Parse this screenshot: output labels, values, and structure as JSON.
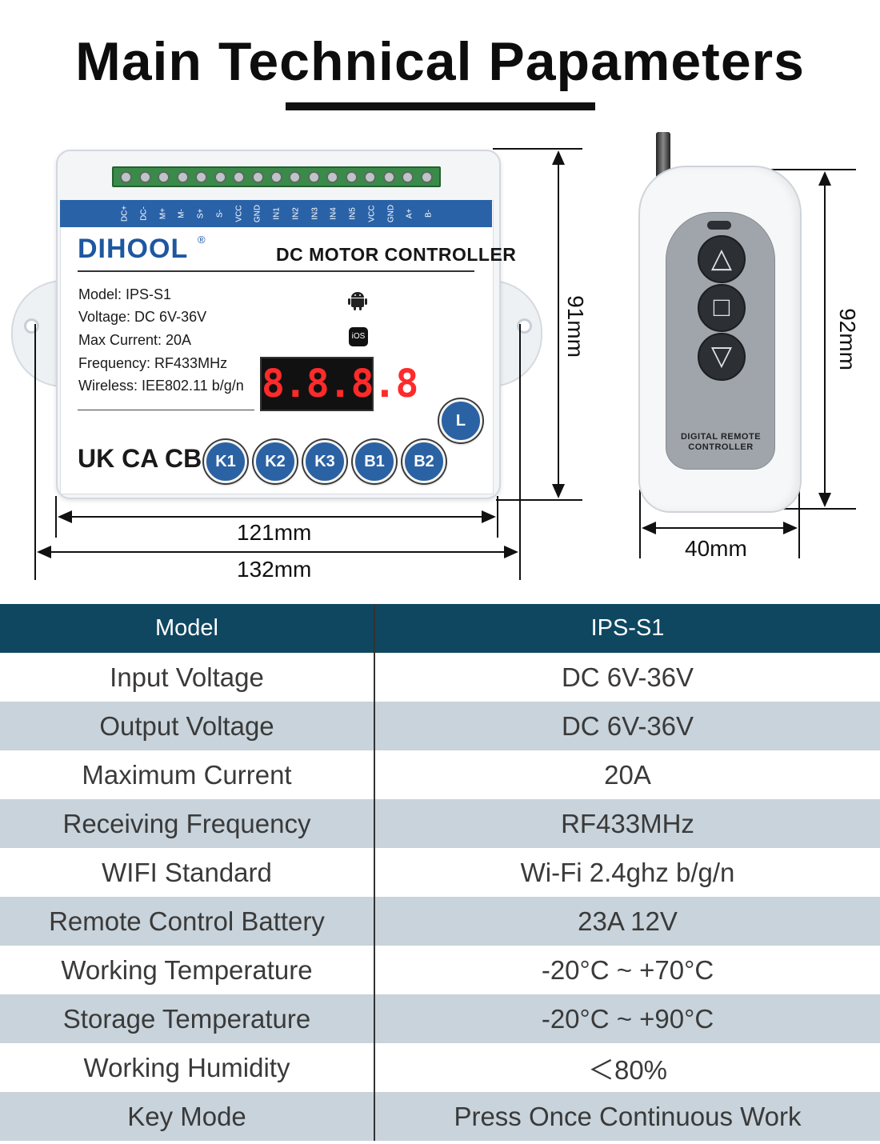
{
  "title": "Main Technical Papameters",
  "device": {
    "pins": [
      "DC+",
      "DC-",
      "M+",
      "M-",
      "S+",
      "S-",
      "VCC",
      "GND",
      "IN1",
      "IN2",
      "IN3",
      "IN4",
      "IN5",
      "VCC",
      "GND",
      "A+",
      "B-"
    ],
    "brand": "DIHOOL",
    "registered": "®",
    "panel_title": "DC MOTOR CONTROLLER",
    "specs": [
      "Model: IPS-S1",
      "Voltage: DC 6V-36V",
      "Max Current: 20A",
      "Frequency: RF433MHz",
      "Wireless: IEE802.11 b/g/n"
    ],
    "ios_badge": "iOS",
    "display": "8.8.8.8",
    "certs": "UK CA  CB  CE",
    "buttons": [
      "K1",
      "K2",
      "K3",
      "B1",
      "B2"
    ],
    "l_button": "L",
    "icons": [
      "android-icon",
      "ios-icon"
    ]
  },
  "dimensions": {
    "inner_width": "121mm",
    "outer_width": "132mm",
    "height": "91mm",
    "remote_height": "92mm",
    "remote_width": "40mm"
  },
  "remote": {
    "up": "△",
    "stop": "□",
    "down": "▽",
    "label_line1": "DIGITAL REMOTE",
    "label_line2": "CONTROLLER"
  },
  "table": {
    "headers": [
      "Model",
      "IPS-S1"
    ],
    "rows": [
      [
        "Input Voltage",
        "DC 6V-36V"
      ],
      [
        "Output Voltage",
        "DC 6V-36V"
      ],
      [
        "Maximum Current",
        "20A"
      ],
      [
        "Receiving Frequency",
        "RF433MHz"
      ],
      [
        "WIFI Standard",
        "Wi-Fi 2.4ghz b/g/n"
      ],
      [
        "Remote Control Battery",
        "23A 12V"
      ],
      [
        "Working Temperature",
        "-20°C ~ +70°C"
      ],
      [
        "Storage Temperature",
        "-20°C ~ +90°C"
      ],
      [
        "Working Humidity",
        "＜80%"
      ],
      [
        "Key Mode",
        "Press Once Continuous Work"
      ]
    ]
  },
  "colors": {
    "header": "#0f4761",
    "shade": "#c8d3db",
    "blue": "#2a62a8"
  }
}
